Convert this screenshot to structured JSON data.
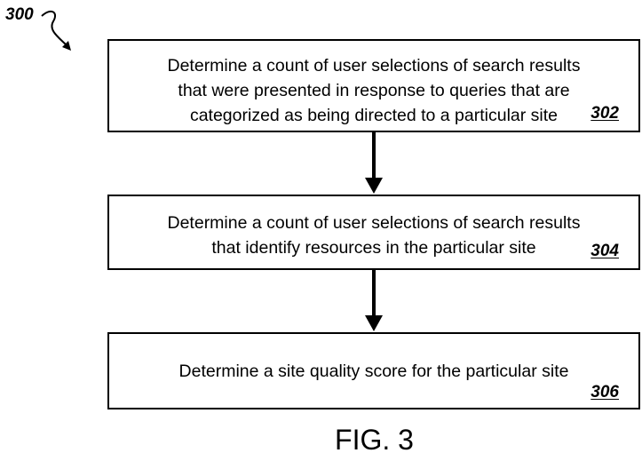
{
  "figure": {
    "reference": "300",
    "caption": "FIG. 3"
  },
  "steps": [
    {
      "lines": [
        "Determine a count of user selections of search results",
        "that were presented in response to queries that are",
        "categorized as being directed to a particular site"
      ],
      "number": "302"
    },
    {
      "lines": [
        "Determine a count of user selections of search results",
        "that identify resources in the particular site"
      ],
      "number": "304"
    },
    {
      "lines": [
        "Determine a site quality score for the particular site"
      ],
      "number": "306"
    }
  ],
  "colors": {
    "line": "#000000",
    "background": "#ffffff"
  }
}
